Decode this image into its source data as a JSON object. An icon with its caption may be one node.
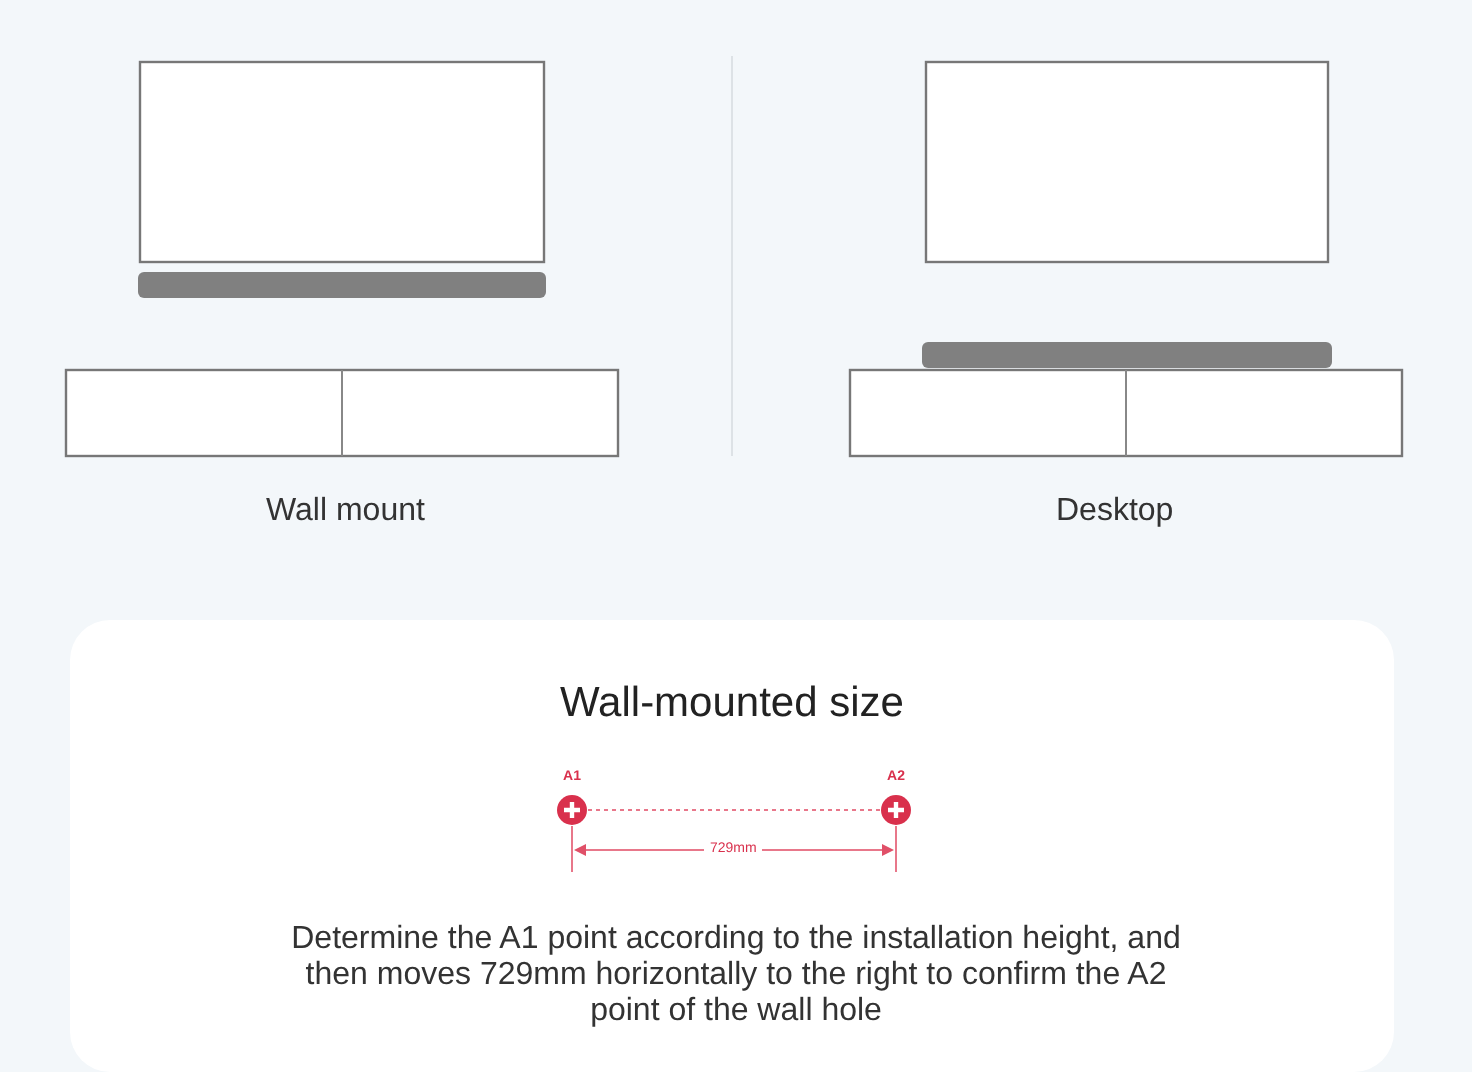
{
  "diagram": {
    "title": "Wall-mounted size",
    "nodes": [
      {
        "text": [
          "A1"
        ]
      },
      {
        "text": [
          "A2"
        ]
      }
    ],
    "edges": [
      {
        "from": 0,
        "to": 1,
        "arrow": "none",
        "style": "dashed"
      }
    ],
    "labels": [
      "Wall mount",
      "Desktop",
      "729mm",
      "Determine the A1 point according to the installation height, and then moves 729mm horizontally to the right to confirm the A2 point of the wall hole"
    ]
  }
}
